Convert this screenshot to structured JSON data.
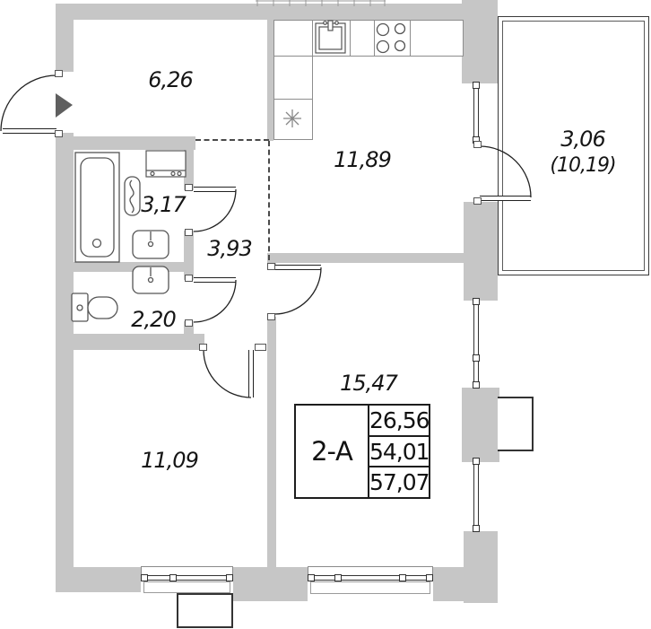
{
  "plan": {
    "title": "apartment-floor-plan",
    "rooms": {
      "hallway": "6,26",
      "kitchen": "11,89",
      "balcony_primary": "3,06",
      "balcony_secondary": "(10,19)",
      "bathroom": "3,17",
      "corridor": "3,93",
      "wc": "2,20",
      "bedroom": "11,09",
      "living": "15,47"
    },
    "unit_table": {
      "unit_type": "2-А",
      "rows": [
        "26,56",
        "54,01",
        "57,07"
      ]
    },
    "colors": {
      "wall": "#c6c6c6",
      "line": "#222222",
      "entry_arrow": "#5f5f5f"
    }
  }
}
